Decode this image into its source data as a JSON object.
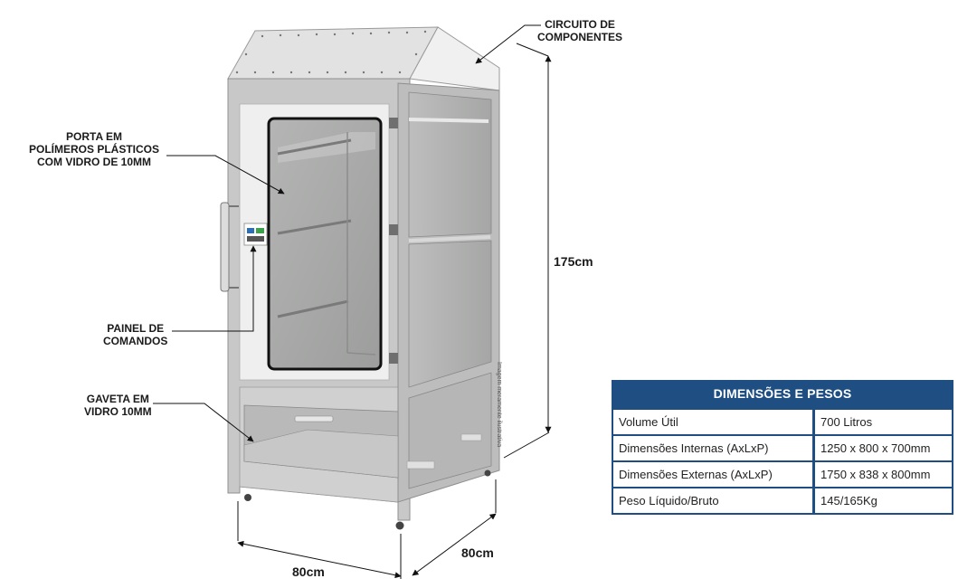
{
  "callouts": {
    "circuit": [
      "CIRCUITO DE",
      "COMPONENTES"
    ],
    "door": [
      "PORTA EM",
      "POLÍMEROS PLÁSTICOS",
      "COM VIDRO DE 10MM"
    ],
    "panel": [
      "PAINEL DE",
      "COMANDOS"
    ],
    "drawer": [
      "GAVETA EM",
      "VIDRO 10MM"
    ]
  },
  "dimensions": {
    "height": "175cm",
    "width": "80cm",
    "depth": "80cm"
  },
  "watermark": "Imagem meramente ilustrativa",
  "spec_table": {
    "title": "DIMENSÕES E PESOS",
    "rows": [
      {
        "label": "Volume Útil",
        "value": "700 Litros"
      },
      {
        "label": "Dimensões Internas (AxLxP)",
        "value": "1250 x 800 x 700mm"
      },
      {
        "label": "Dimensões Externas (AxLxP)",
        "value": "1750 x 838 x 800mm"
      },
      {
        "label": "Peso Líquido/Bruto",
        "value": "145/165Kg"
      }
    ]
  },
  "colors": {
    "table_header": "#1f4f82",
    "cabinet_frame": "#c8c8c8",
    "glass": "#a9aaa9"
  }
}
